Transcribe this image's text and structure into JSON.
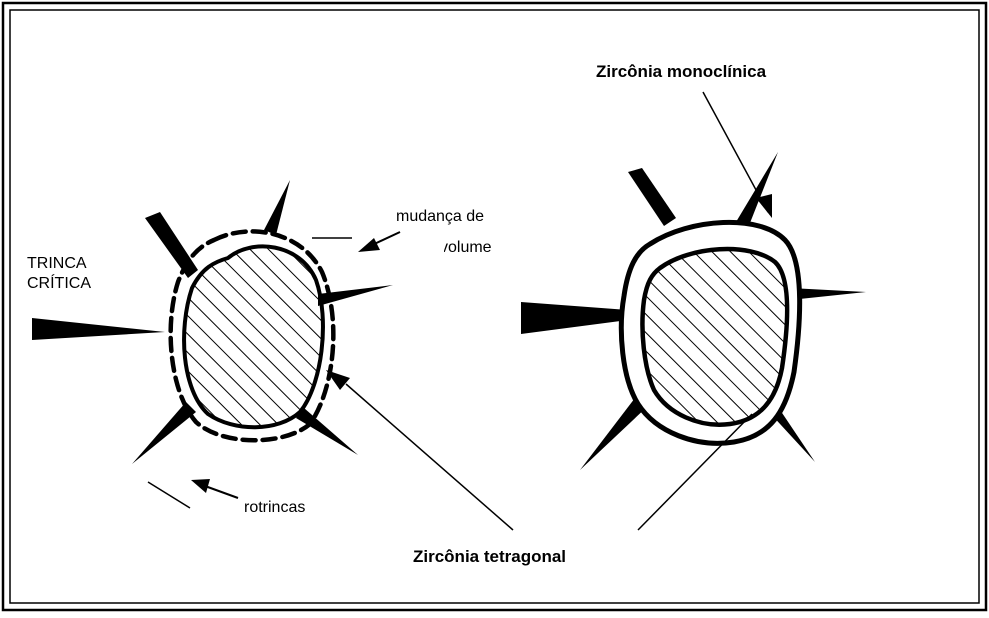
{
  "figure": {
    "labels": {
      "critical_crack_line1": "TRINCA",
      "critical_crack_line2": "CRÍTICA",
      "volume_change_line1": "mudança de",
      "volume_change_line2": "volume",
      "microcracks": "rotrincas",
      "monoclinic": "Zircônia monoclínica",
      "tetragonal": "Zircônia tetragonal"
    },
    "colors": {
      "ink": "#000000",
      "background": "#ffffff"
    }
  }
}
